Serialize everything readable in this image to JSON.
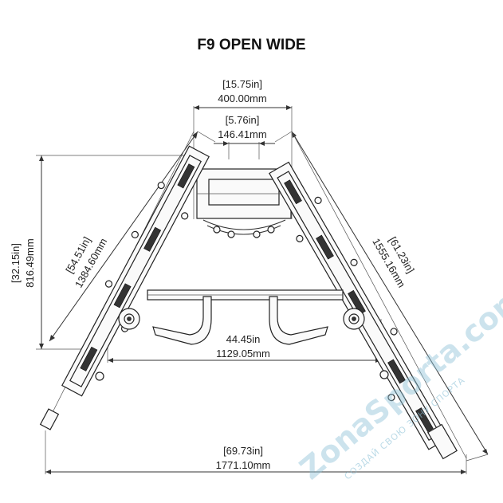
{
  "title": "F9 OPEN WIDE",
  "dimensions": {
    "top_outer_in": "[15.75in]",
    "top_outer_mm": "400.00mm",
    "top_inner_in": "[5.76in]",
    "top_inner_mm": "146.41mm",
    "height_in": "[32.15in]",
    "height_mm": "816.49mm",
    "left_arm_in": "[54.51in]",
    "left_arm_mm": "1384.60mm",
    "right_arm_in": "[61.23in]",
    "right_arm_mm": "1555.16mm",
    "handle_span_in": "44.45in",
    "handle_span_mm": "1129.05mm",
    "overall_width_in": "[69.73in]",
    "overall_width_mm": "1771.10mm"
  },
  "watermark": {
    "brand": "ZonaSporta.com",
    "tagline": "СОЗДАЙ СВОЮ ЗОНУ СПОРТА"
  }
}
